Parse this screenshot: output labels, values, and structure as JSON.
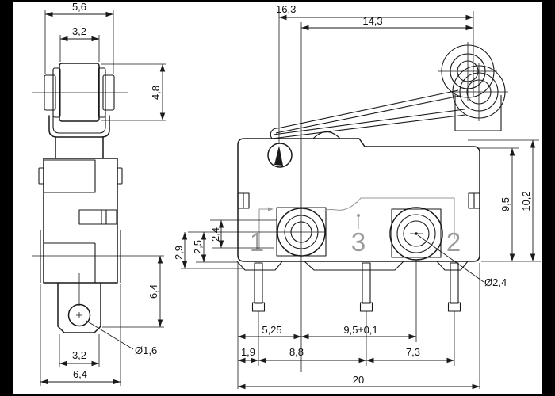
{
  "colors": {
    "line": "#1a1a1a",
    "secondary_line": "#9a9a9a",
    "frame": "#000000",
    "paper": "#ffffff"
  },
  "dims": {
    "roller_outer_w": "5,6",
    "roller_w": "3,2",
    "roller_od": "4,8",
    "side_terminal_h": "6,4",
    "side_hole_dia": "Ø1,6",
    "side_terminal_w": "3,2",
    "side_body_w": "6,4",
    "lever_len": "16,3",
    "lever_hole_len": "14,3",
    "body_h": "9,5",
    "overall_h": "10,2",
    "mount_hole_dia": "Ø2,4",
    "edge_to_hole1": "5,25",
    "hole_pitch": "9,5±0,1",
    "edge_to_pin1": "1,9",
    "pin1_to_pin3": "8,8",
    "pin3_to_pin2": "7,3",
    "overall_w": "20",
    "term_step1": "2,4",
    "term_step2": "2,5",
    "term_step3": "2,9"
  },
  "terminals": {
    "t1": "1",
    "t3": "3",
    "t2": "2"
  }
}
